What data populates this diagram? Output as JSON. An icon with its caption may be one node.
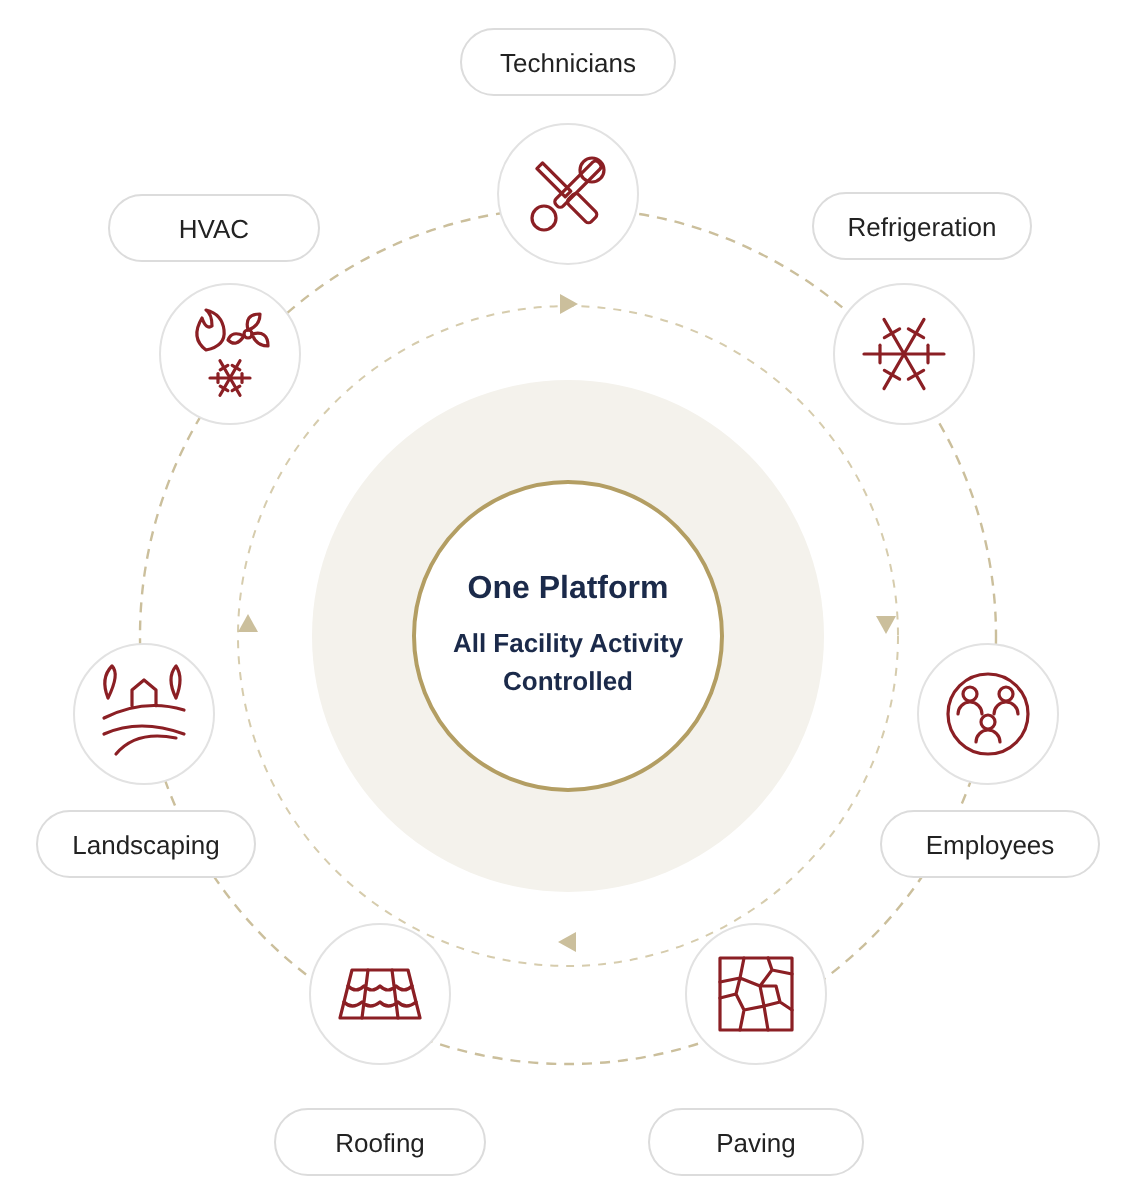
{
  "diagram": {
    "nodes": [
      {
        "text": [
          "One Platform",
          "All Facility Activity Controlled"
        ]
      },
      {
        "text": [
          "Technicians"
        ]
      },
      {
        "text": [
          "Refrigeration"
        ]
      },
      {
        "text": [
          "Employees"
        ]
      },
      {
        "text": [
          "Paving"
        ]
      },
      {
        "text": [
          "Roofing"
        ]
      },
      {
        "text": [
          "Landscaping"
        ]
      },
      {
        "text": [
          "HVAC"
        ]
      }
    ],
    "edges": []
  }
}
